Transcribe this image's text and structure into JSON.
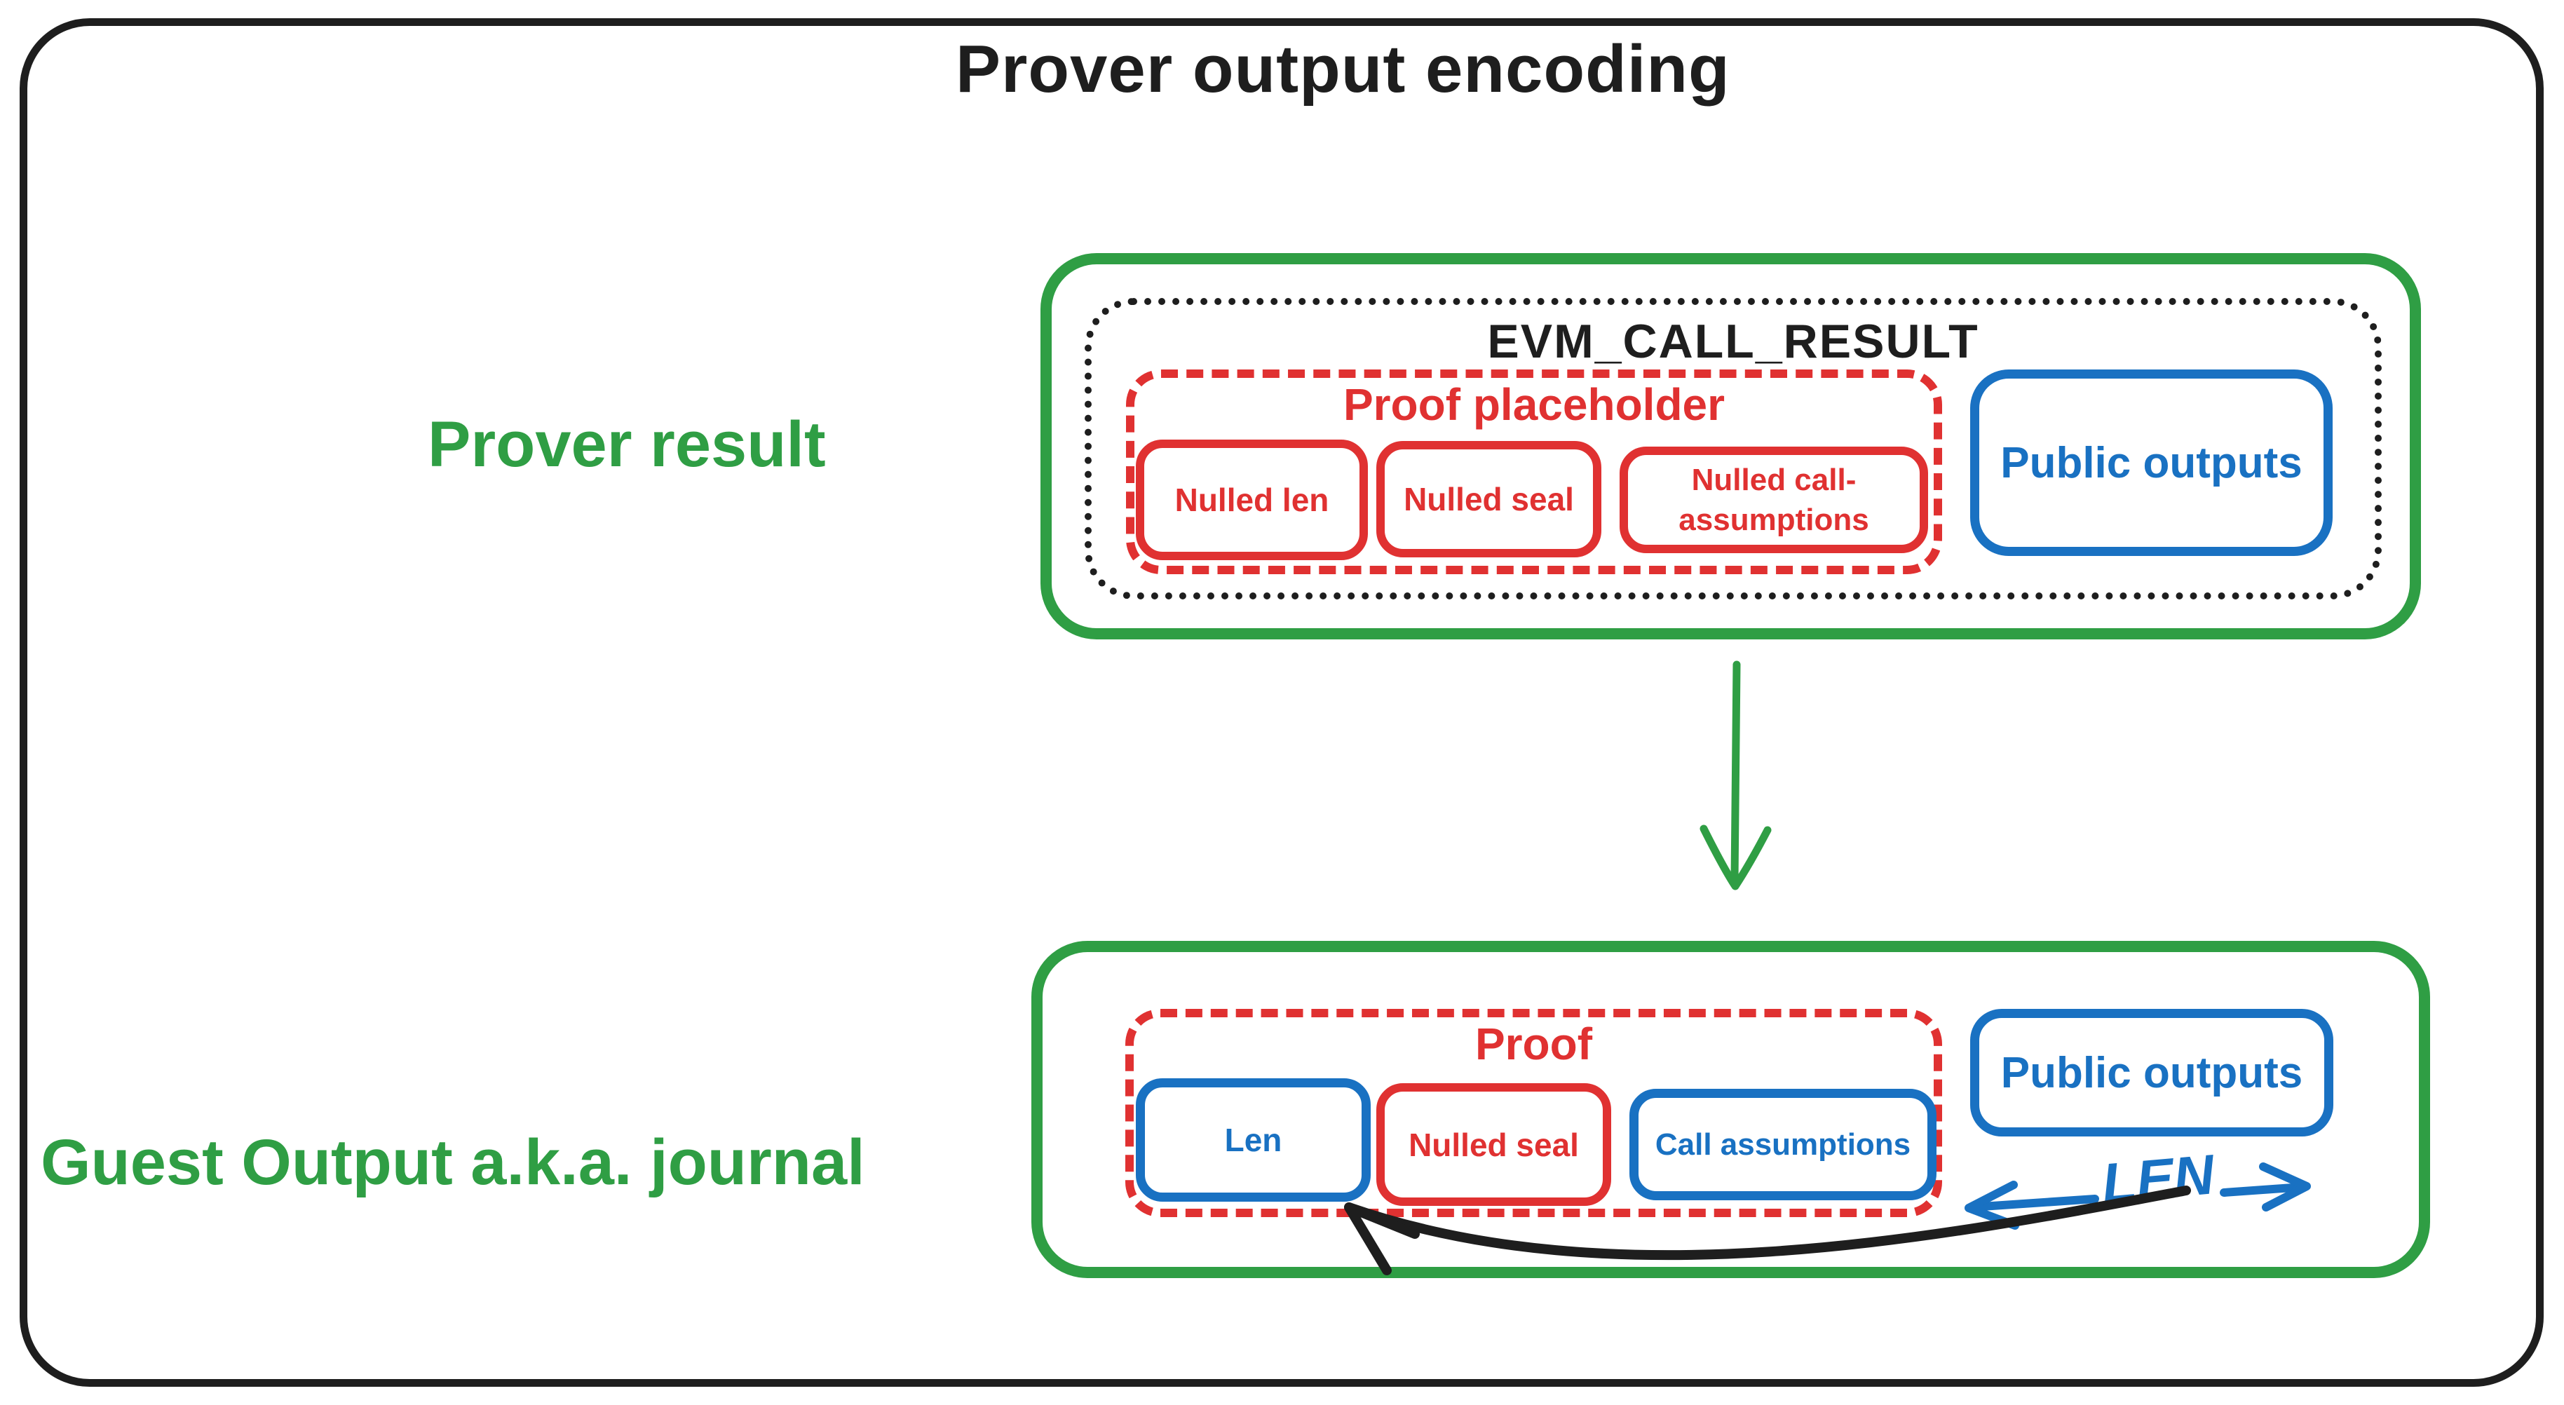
{
  "title": "Prover output encoding",
  "palette": {
    "green": "#2f9e44",
    "red": "#e03131",
    "blue": "#1971c2",
    "ink": "#1e1e1e"
  },
  "prover_result": {
    "label": "Prover result",
    "envelope_label": "EVM_CALL_RESULT",
    "proof_placeholder": {
      "label": "Proof placeholder",
      "fields": [
        "Nulled len",
        "Nulled seal",
        "Nulled call-\nassumptions"
      ]
    },
    "public_outputs": "Public outputs"
  },
  "guest_output": {
    "label": "Guest Output a.k.a. journal",
    "proof": {
      "label": "Proof",
      "fields": [
        "Len",
        "Nulled seal",
        "Call assumptions"
      ]
    },
    "public_outputs": "Public outputs",
    "len_marker": "LEN"
  }
}
